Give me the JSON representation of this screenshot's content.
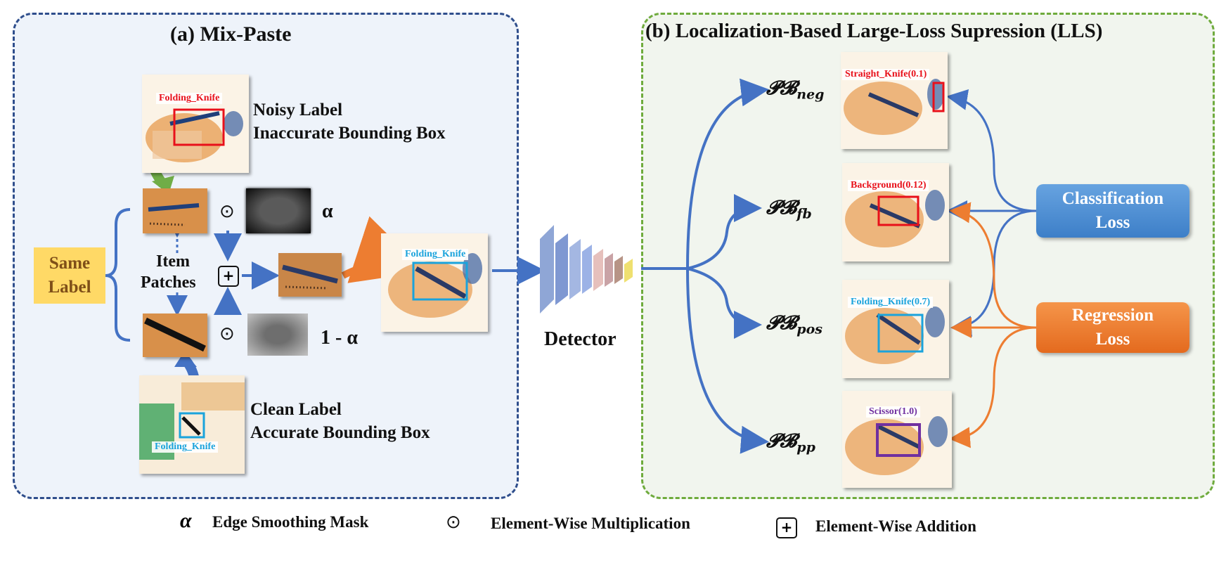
{
  "panel_a": {
    "title": "(a) Mix-Paste",
    "noisy_label_line1": "Noisy Label",
    "noisy_label_line2": "Inaccurate Bounding Box",
    "noisy_tag": "Folding_Knife",
    "clean_label_line1": "Clean Label",
    "clean_label_line2": "Accurate Bounding Box",
    "clean_tag": "Folding_Knife",
    "same_label_line1": "Same",
    "same_label_line2": "Label",
    "item_patches_line1": "Item",
    "item_patches_line2": "Patches",
    "alpha": "α",
    "one_minus_alpha": "1 - α",
    "odot": "⊙",
    "plus": "+",
    "mixed_tag": "Folding_Knife"
  },
  "detector_label": "Detector",
  "panel_b": {
    "title": "(b) Localization-Based Large-Loss Supression (LLS)",
    "branches": [
      {
        "pb": "𝓟𝓑",
        "sub": "neg",
        "tag": "Straight_Knife(0.1)",
        "color": "#e8101a"
      },
      {
        "pb": "𝓟𝓑",
        "sub": "fb",
        "tag": "Background(0.12)",
        "color": "#e8101a"
      },
      {
        "pb": "𝓟𝓑",
        "sub": "pos",
        "tag": "Folding_Knife(0.7)",
        "color": "#1aa3dc"
      },
      {
        "pb": "𝓟𝓑",
        "sub": "pp",
        "tag": "Scissor(1.0)",
        "color": "#7030a0"
      }
    ],
    "classification_line1": "Classification",
    "classification_line2": "Loss",
    "regression_line1": "Regression",
    "regression_line2": "Loss"
  },
  "legend": {
    "alpha_symbol": "α",
    "alpha_text": "Edge Smoothing Mask",
    "odot_symbol": "⊙",
    "odot_text": "Element-Wise Multiplication",
    "plus_symbol": "+",
    "plus_text": "Element-Wise Addition"
  },
  "colors": {
    "arrow_blue": "#4472c4",
    "arrow_orange": "#ed7d31",
    "panel_a_border": "#2f4e8c",
    "panel_b_border": "#6fab3d",
    "red_box": "#e8101a",
    "cyan_box": "#1aa3dc",
    "purple_box": "#7030a0"
  }
}
